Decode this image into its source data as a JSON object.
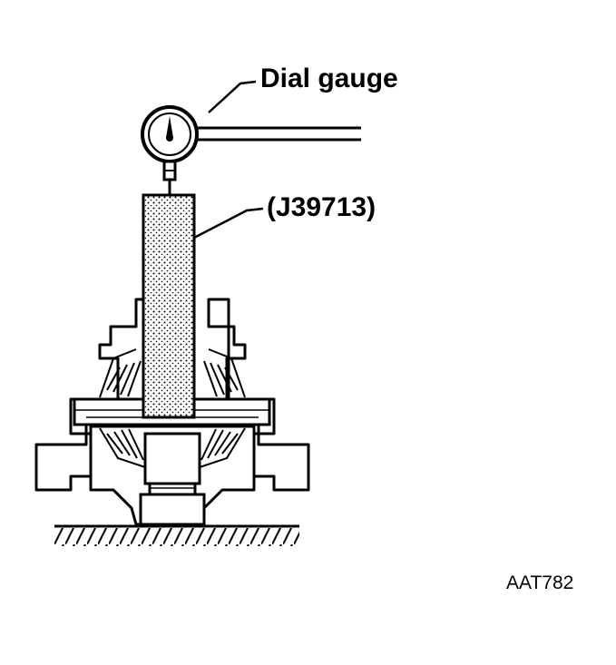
{
  "diagram": {
    "labels": {
      "dial_gauge": "Dial gauge",
      "tool": "(J39713)",
      "figure_code": "AAT782"
    },
    "colors": {
      "ink": "#000000",
      "background": "#ffffff",
      "tool_fill": "#d4d4d4"
    }
  }
}
